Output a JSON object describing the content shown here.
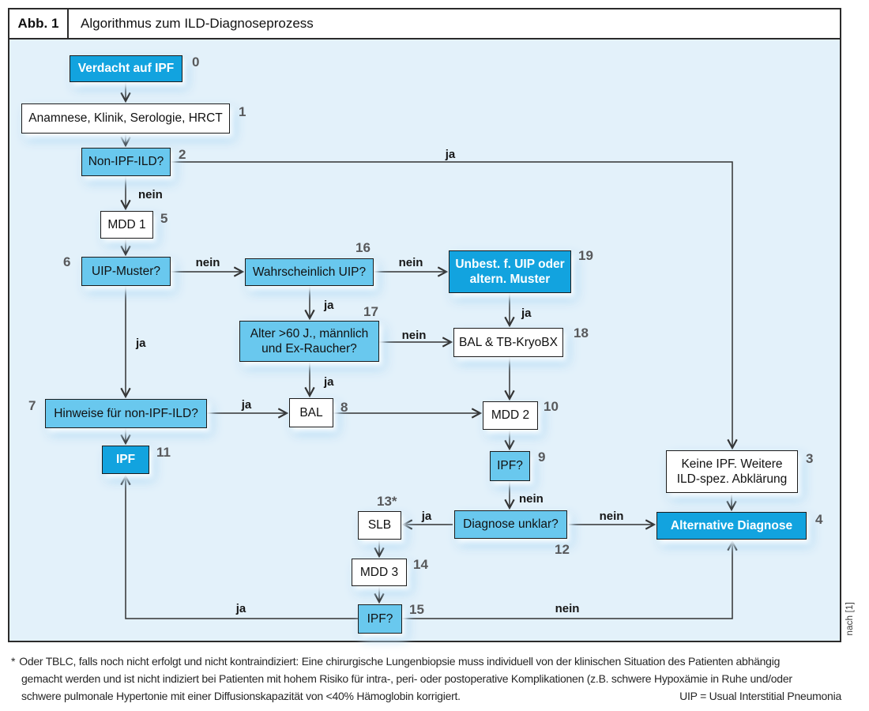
{
  "figure": {
    "tag": "Abb. 1",
    "title": "Algorithmus zum ILD-Diagnoseprozess",
    "credit": "nach [1]"
  },
  "nodes": {
    "n0": {
      "num": "0",
      "label": "Verdacht auf IPF"
    },
    "n1": {
      "num": "1",
      "label": "Anamnese, Klinik, Serologie, HRCT"
    },
    "n2": {
      "num": "2",
      "label": "Non-IPF-ILD?"
    },
    "n5": {
      "num": "5",
      "label": "MDD 1"
    },
    "n6": {
      "num": "6",
      "label": "UIP-Muster?"
    },
    "n16": {
      "num": "16",
      "label": "Wahrscheinlich UIP?"
    },
    "n19": {
      "num": "19",
      "label": "Unbest. f. UIP oder\naltern. Muster"
    },
    "n17": {
      "num": "17",
      "label": "Alter >60 J., männlich\nund Ex-Raucher?"
    },
    "n18": {
      "num": "18",
      "label": "BAL & TB-KryoBX"
    },
    "n7": {
      "num": "7",
      "label": "Hinweise für non-IPF-ILD?"
    },
    "n8": {
      "num": "8",
      "label": "BAL"
    },
    "n10": {
      "num": "10",
      "label": "MDD 2"
    },
    "n11": {
      "num": "11",
      "label": "IPF"
    },
    "n9": {
      "num": "9",
      "label": "IPF?"
    },
    "n3": {
      "num": "3",
      "label": "Keine IPF. Weitere\nILD-spez. Abklärung"
    },
    "n12": {
      "num": "12",
      "label": "Diagnose unklar?"
    },
    "n13": {
      "num": "13*",
      "label": "SLB"
    },
    "n4": {
      "num": "4",
      "label": "Alternative Diagnose"
    },
    "n14": {
      "num": "14",
      "label": "MDD 3"
    },
    "n15": {
      "num": "15",
      "label": "IPF?"
    }
  },
  "edge_labels": {
    "e2_3": "ja",
    "e2_5": "nein",
    "e6_16": "nein",
    "e16_19": "nein",
    "e16_17": "ja",
    "e19_18": "ja",
    "e17_18": "nein",
    "e17_8": "ja",
    "e6_7": "ja",
    "e7_8": "ja",
    "e9_12": "nein",
    "e12_13": "ja",
    "e12_4": "nein",
    "e15_11": "ja",
    "e15_4": "nein"
  },
  "footnote": {
    "marker": "*",
    "lines": [
      "Oder TBLC, falls noch nicht erfolgt und nicht kontraindiziert: Eine chirurgische Lungenbiopsie muss individuell von der klinischen Situation des Patienten abhängig",
      "gemacht werden und ist nicht indiziert bei Patienten mit hohem Risiko für intra-, peri- oder postoperative Komplikationen (z.B. schwere Hypoxämie in Ruhe und/oder",
      "schwere pulmonale Hypertonie mit einer Diffusionskapazität von <40% Hämoglobin korrigiert."
    ],
    "abbreviation": "UIP = Usual Interstitial Pneumonia"
  },
  "colors": {
    "node_dark": "#12A3DF",
    "node_light": "#69C8EE",
    "panel_bg": "#E3F1FA"
  }
}
